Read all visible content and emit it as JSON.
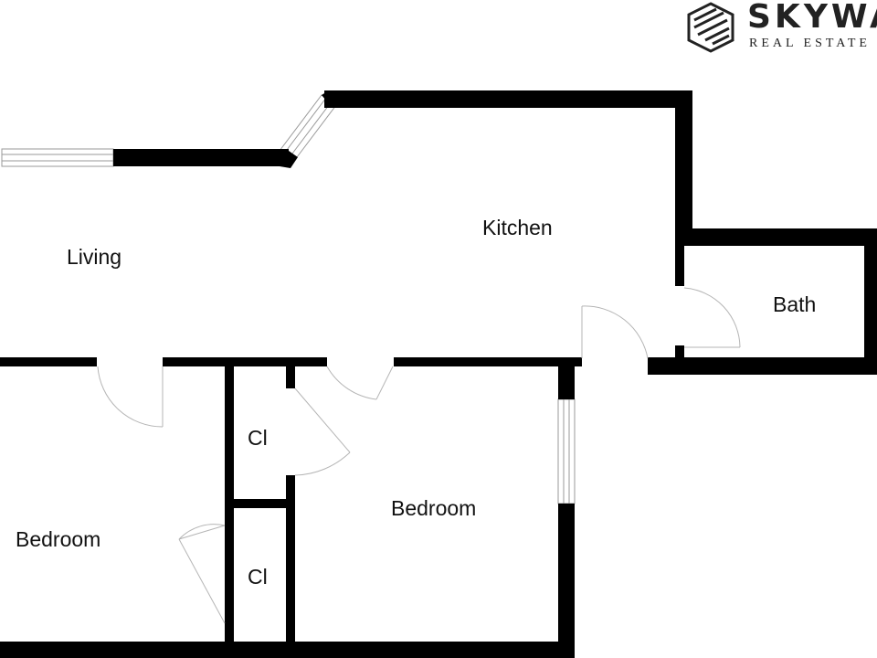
{
  "brand": {
    "name": "SKYWA",
    "tagline": "REAL ESTATE"
  },
  "rooms": {
    "living": "Living",
    "kitchen": "Kitchen",
    "bath": "Bath",
    "bedroom_left": "Bedroom",
    "bedroom_center": "Bedroom",
    "closet_upper": "Cl",
    "closet_lower": "Cl"
  },
  "colors": {
    "wall": "#000000",
    "door_line": "#b5b5b5",
    "window_line": "#9a9a9a",
    "text": "#111111"
  }
}
